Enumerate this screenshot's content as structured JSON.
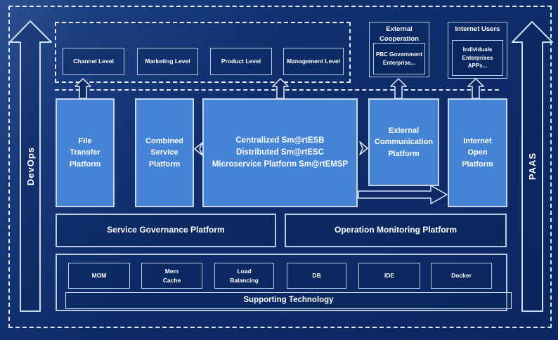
{
  "rails": {
    "devops": "DevOps",
    "paas": "PAAS"
  },
  "levels": {
    "channel": "Channel Level",
    "marketing": "Marketing Level",
    "product": "Product Level",
    "management": "Management Level"
  },
  "external_cooperation": {
    "title": "External\nCooperation",
    "body": "PBC Government\nEnterprise..."
  },
  "internet_users": {
    "title": "Internet Users",
    "body": "Individuals\nEnterprises\nAPPs..."
  },
  "platforms": {
    "file_transfer": "File\nTransfer\nPlatform",
    "combined_service": "Combined\nService\nPlatform",
    "esb": "Centralized Sm@rtESB\nDistributed Sm@rtESC\nMicroservice Platform Sm@rtEMSP",
    "external_communication": "External\nCommunication\nPlatform",
    "internet_open": "Internet\nOpen\nPlatform"
  },
  "governance": "Service Governance Platform",
  "monitoring": "Operation Monitoring Platform",
  "supporting": {
    "mom": "MOM",
    "mem_cache": "Mem\nCache",
    "load_balancing": "Load\nBalancing",
    "db": "DB",
    "ide": "IDE",
    "docker": "Docker",
    "bar": "Supporting Technology"
  },
  "icons": {
    "up_arrows": "up-arrow",
    "flow_arrows": "left-arrow, right-arrow, long-right-arrow"
  },
  "colors": {
    "background": "#0d2a66",
    "platform_fill": "#4583d5",
    "box_border": "#b9cce6",
    "dashed_line": "#dfe9f8",
    "text": "#ffffff"
  }
}
